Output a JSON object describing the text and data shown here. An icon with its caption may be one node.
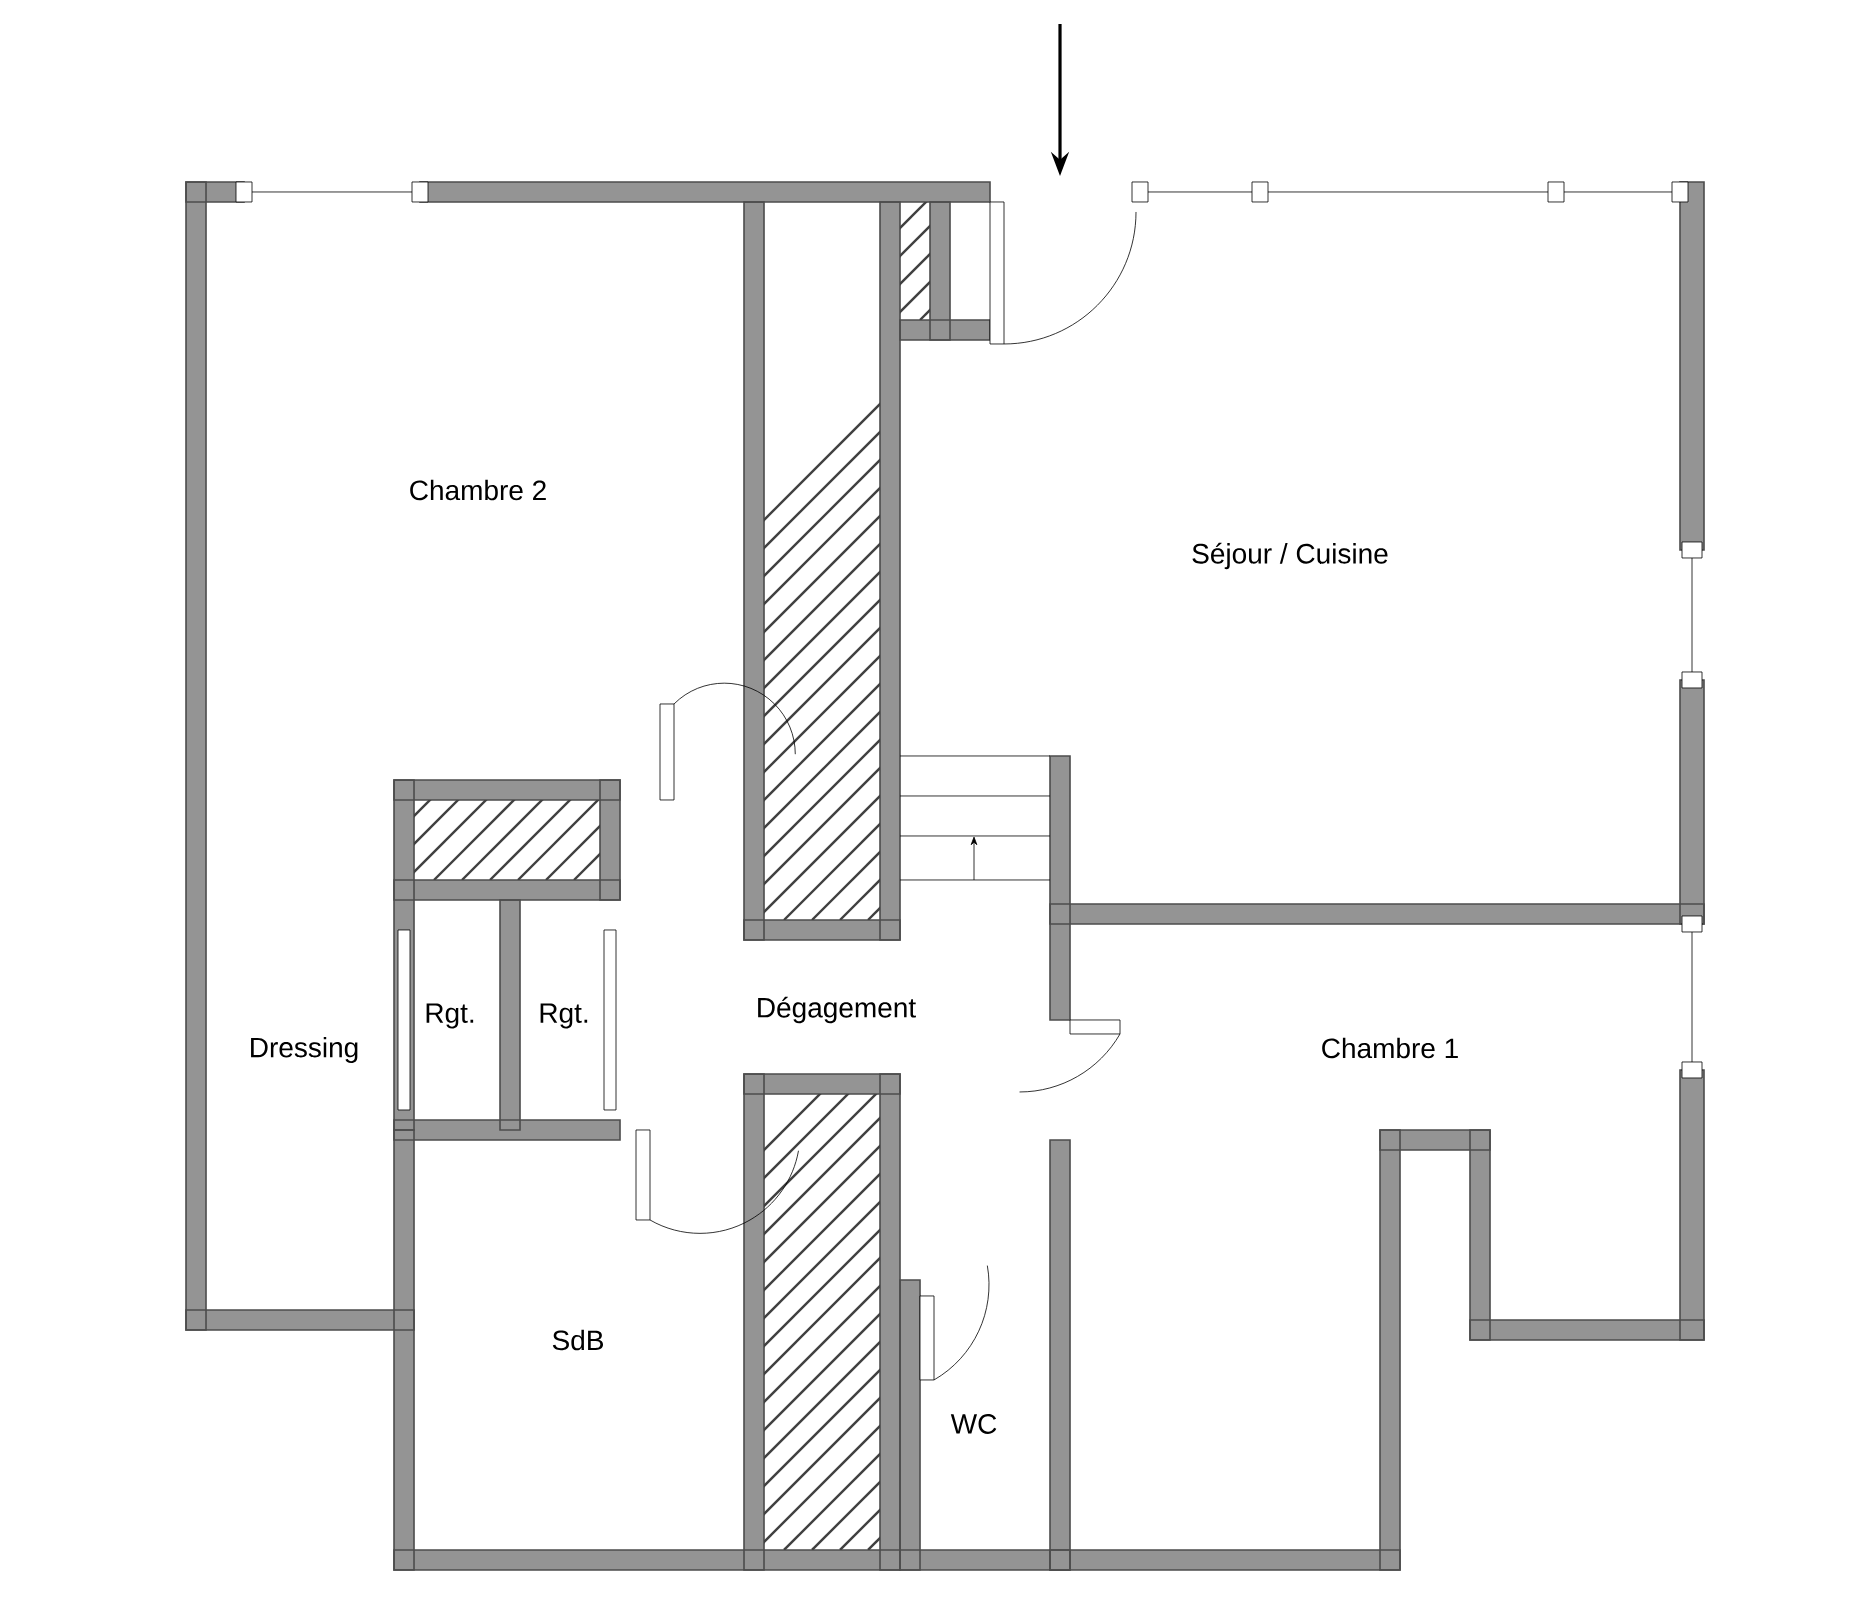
{
  "diagram": {
    "labels": [
      "Chambre 2",
      "Séjour / Cuisine",
      "Dressing",
      "Rgt.",
      "Rgt.",
      "Dégagement",
      "Chambre 1",
      "SdB",
      "WC"
    ]
  }
}
